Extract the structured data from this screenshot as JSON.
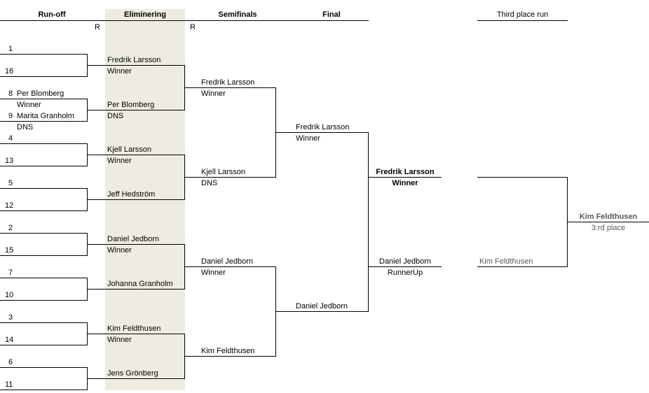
{
  "headers": {
    "runoff": "Run-off",
    "eliminering": "Eliminering",
    "semifinals": "Semifinals",
    "final": "Final",
    "third_place_run": "Third place run"
  },
  "r_marks": [
    "R",
    "R"
  ],
  "runoff": {
    "slots": [
      {
        "seed": "1",
        "name": ""
      },
      {
        "seed": "16",
        "name": ""
      },
      {
        "seed": "8",
        "name": "Per Blomberg",
        "status": "Winner"
      },
      {
        "seed": "9",
        "name": "Marita Granholm",
        "status": "DNS"
      },
      {
        "seed": "4",
        "name": ""
      },
      {
        "seed": "13",
        "name": ""
      },
      {
        "seed": "5",
        "name": ""
      },
      {
        "seed": "12",
        "name": ""
      },
      {
        "seed": "2",
        "name": ""
      },
      {
        "seed": "15",
        "name": ""
      },
      {
        "seed": "7",
        "name": ""
      },
      {
        "seed": "10",
        "name": ""
      },
      {
        "seed": "3",
        "name": ""
      },
      {
        "seed": "14",
        "name": ""
      },
      {
        "seed": "6",
        "name": ""
      },
      {
        "seed": "11",
        "name": ""
      }
    ]
  },
  "eliminering": [
    {
      "name": "Fredrik Larsson",
      "status": "Winner"
    },
    {
      "name": "Per Blomberg",
      "status": "DNS"
    },
    {
      "name": "Kjell Larsson",
      "status": "Winner"
    },
    {
      "name": "Jeff Hedström",
      "status": ""
    },
    {
      "name": "Daniel Jedborn",
      "status": "Winner"
    },
    {
      "name": "Johanna Granholm",
      "status": ""
    },
    {
      "name": "Kim Feldthusen",
      "status": "Winner"
    },
    {
      "name": "Jens Grönberg",
      "status": ""
    }
  ],
  "semifinals": [
    {
      "name": "Fredrik Larsson",
      "status": "Winner"
    },
    {
      "name": "Kjell Larsson",
      "status": "DNS"
    },
    {
      "name": "Daniel Jedborn",
      "status": "Winner"
    },
    {
      "name": "Kim Feldthusen",
      "status": ""
    }
  ],
  "final": [
    {
      "name": "Fredrik Larsson",
      "status": "Winner"
    },
    {
      "name": "Daniel Jedborn",
      "status": ""
    }
  ],
  "champion": {
    "name": "Fredrik Larsson",
    "status": "Winner"
  },
  "runner_up": {
    "name": "Daniel Jedborn",
    "status": "RunnerUp"
  },
  "third_place": {
    "entrant": "Kim Feldthusen",
    "result_name": "Kim Feldthusen",
    "result_status": "3:rd place"
  },
  "colors": {
    "shade": "#eeece1",
    "line": "#000000",
    "muted": "#595959"
  }
}
